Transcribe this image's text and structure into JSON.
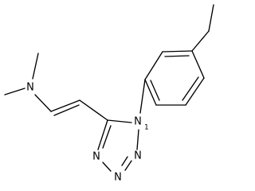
{
  "molecule": {
    "atoms": {
      "amine_nitrogen": "N",
      "tetrazole_n1": "N",
      "tetrazole_n1_locant": "1",
      "tetrazole_n2": "N",
      "tetrazole_n3": "N",
      "tetrazole_n4": "N"
    },
    "colors": {
      "bond": "#000000",
      "text": "#000000",
      "background": "#ffffff"
    }
  }
}
